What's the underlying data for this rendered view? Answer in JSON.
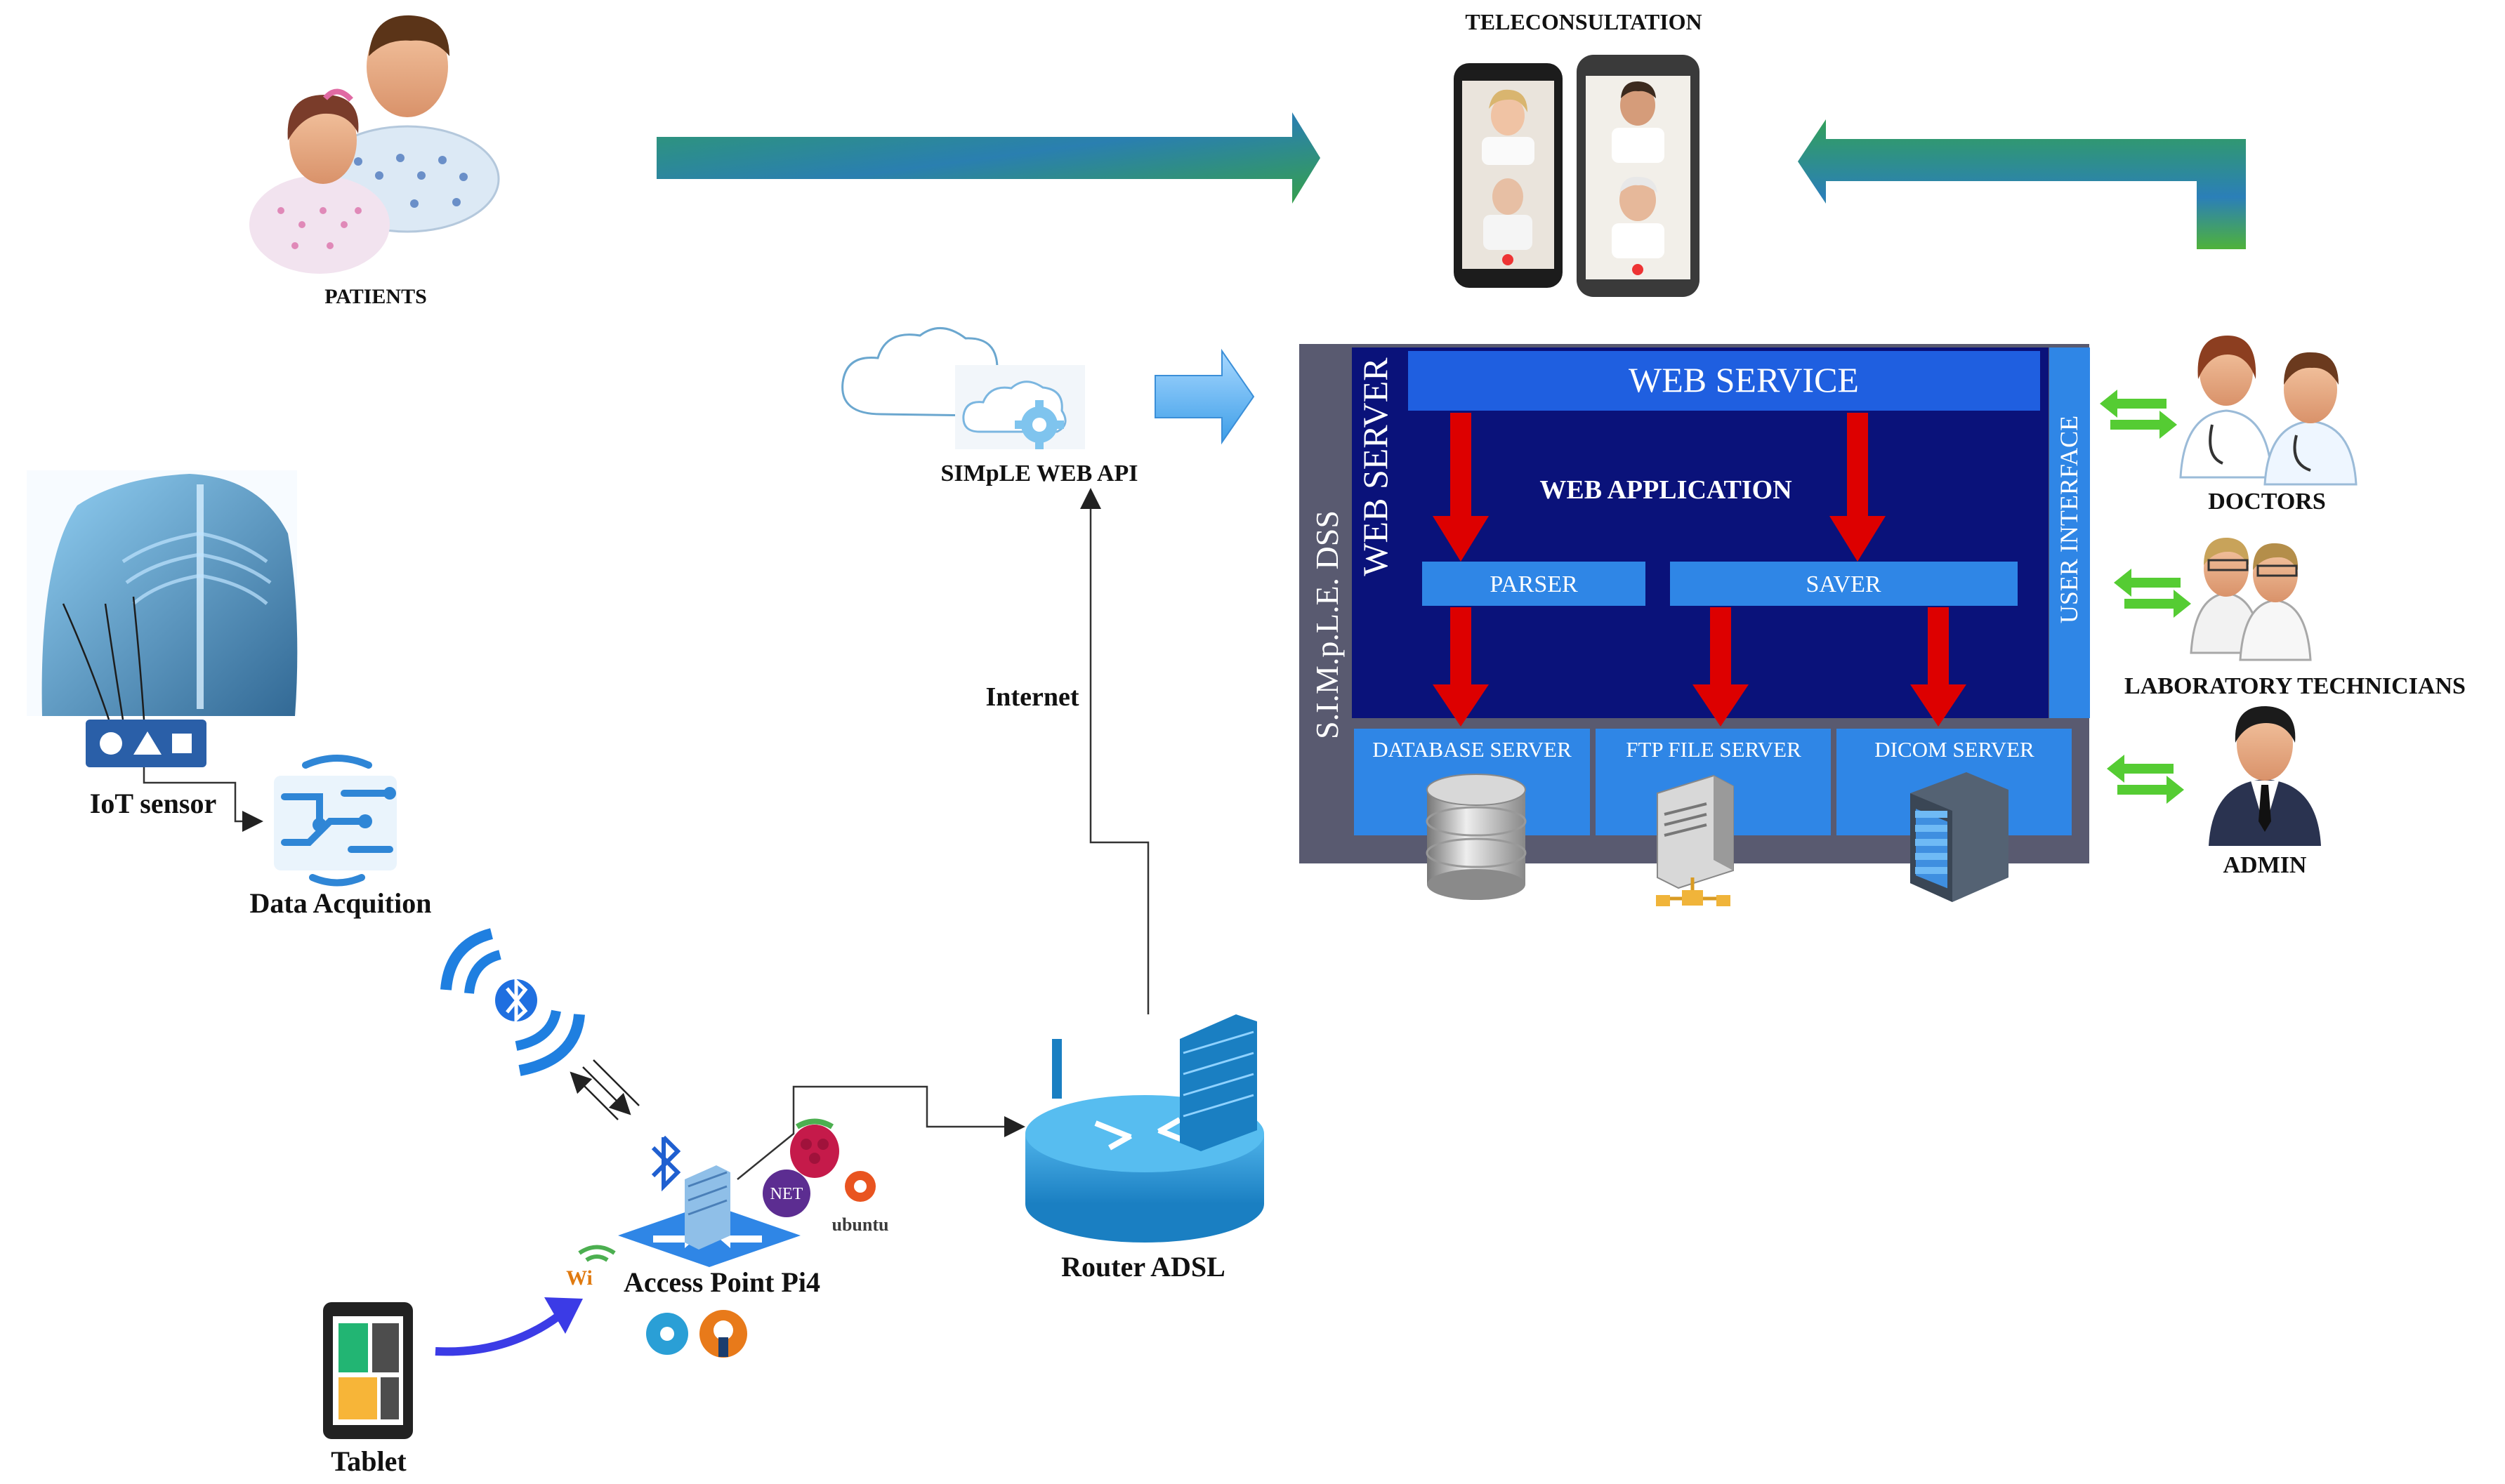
{
  "labels": {
    "teleconsultation": "TELECONSULTATION",
    "patients": "PATIENTS",
    "simple_web_api": "SIMpLE WEB API",
    "internet": "Internet",
    "iot_sensor": "IoT sensor",
    "data_acquisition": "Data Acquition",
    "access_point": "Access Point Pi4",
    "router": "Router ADSL",
    "tablet": "Tablet",
    "doctors": "DOCTORS",
    "lab_technicians": "LABORATORY TECHNICIANS",
    "admin": "ADMIN"
  },
  "dss": {
    "title": "S.I.M.p.L.E. DSS",
    "web_server": "WEB SERVER",
    "web_service": "WEB SERVICE",
    "web_application": "WEB APPLICATION",
    "parser": "PARSER",
    "saver": "SAVER",
    "user_interface": "USER INTERFACE",
    "database_server": "DATABASE SERVER",
    "ftp_file_server": "FTP FILE SERVER",
    "dicom_server": "DICOM SERVER"
  },
  "logos": {
    "net": "NET",
    "ubuntu": "ubuntu",
    "wifi": "Wi"
  },
  "icons": [
    "patients-icon",
    "teleconsultation-phones-icon",
    "cloud-icon",
    "gear-icon",
    "body-skeleton-icon",
    "iot-sensor-icon",
    "circuit-icon",
    "bluetooth-icon",
    "raspberry-pi-icon",
    "router-icon",
    "firewall-icon",
    "tablet-icon",
    "doctors-icon",
    "lab-technicians-icon",
    "admin-icon",
    "database-icon",
    "server-icon"
  ],
  "colors": {
    "dss_outer": "#595a70",
    "dss_inner": "#0a127a",
    "box_blue": "#1f5fe0",
    "panel_blue": "#2f86e6",
    "red_arrow": "#dd0000",
    "green_arrow": "#55cc33"
  }
}
